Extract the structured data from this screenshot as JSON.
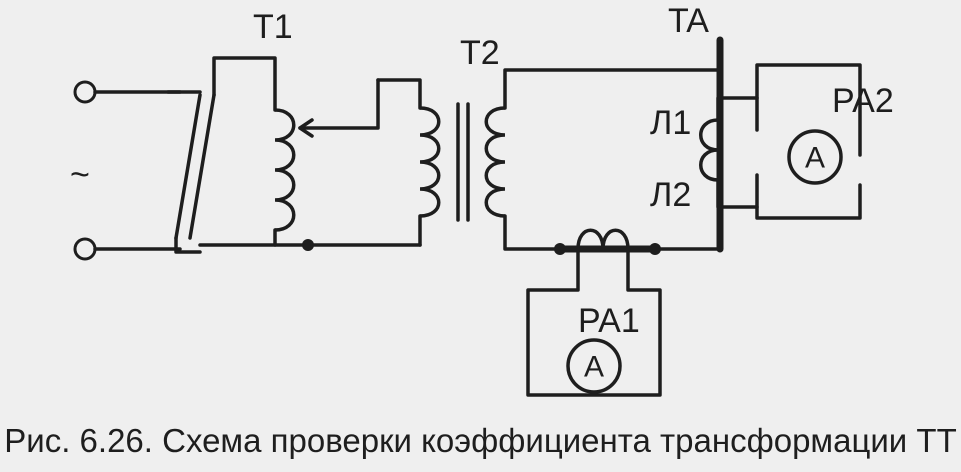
{
  "labels": {
    "t1": "T1",
    "t2": "T2",
    "ta": "TA",
    "l1": "Л1",
    "l2": "Л2",
    "pa1": "PA1",
    "pa2": "PA2",
    "ac_symbol": "~"
  },
  "meter_symbol": "A",
  "caption": "Рис. 6.26. Схема проверки коэффициента трансформации ТТ"
}
